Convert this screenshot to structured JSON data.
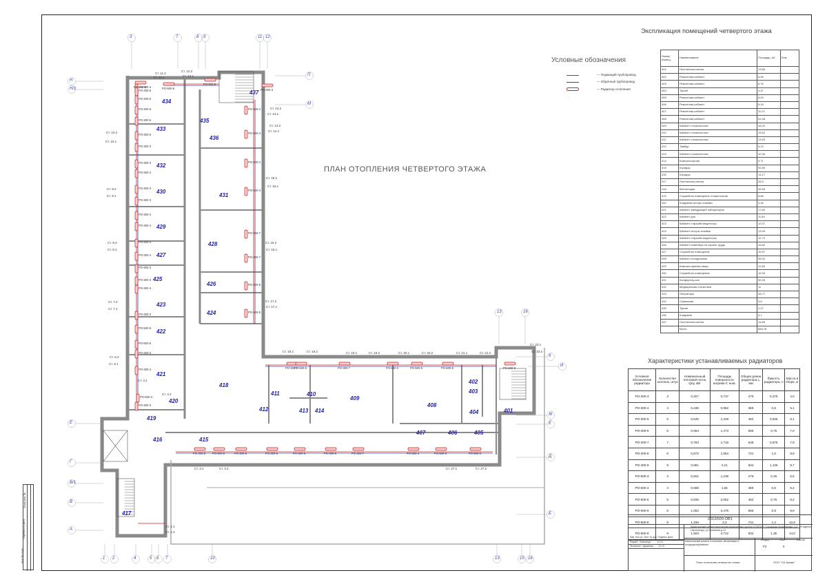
{
  "colors": {
    "supply": "#d02020",
    "return": "#2a3fcc",
    "wall": "#888888",
    "line": "#333333",
    "roomnum": "#2222aa"
  },
  "title_expl": "Экспликация помещений четвертого этажа",
  "title_legend": "Условные обозначения",
  "legend": [
    {
      "icon": "supply-pipe",
      "label": "— Подающий трубопровод"
    },
    {
      "icon": "return-pipe",
      "label": "— Обратный трубопровод"
    },
    {
      "icon": "radiator",
      "label": "— Радиатор отопления"
    }
  ],
  "plan_title": "ПЛАН ОТОПЛЕНИЯ ЧЕТВЕРТОГО ЭТАЖА",
  "expl_headers": [
    "Номер помещ.",
    "Наименование",
    "Площадь, м2",
    "Пом."
  ],
  "expl_rows": [
    [
      "401",
      "Лестничная клетка",
      "13,86"
    ],
    [
      "402",
      "Ремонтная кабинет",
      "6,05"
    ],
    [
      "403",
      "Ремонтная кабинет",
      "6,76"
    ],
    [
      "404",
      "Туалет",
      "4,47"
    ],
    [
      "405",
      "Ремонтная кабинет",
      "8,43"
    ],
    [
      "406",
      "Ремонтная кабинет",
      "8,15"
    ],
    [
      "407",
      "Ремонтная кабинет",
      "11,07"
    ],
    [
      "408",
      "Ремонтная кабинет",
      "51,48"
    ],
    [
      "409",
      "Кабинет стоматологии",
      "34,02"
    ],
    [
      "410",
      "Кабинет стоматологии",
      "15,52"
    ],
    [
      "411",
      "Кабинет стоматологии",
      "13,59"
    ],
    [
      "412",
      "Тамбур",
      "5,12"
    ],
    [
      "413",
      "Кабинет стоматологии",
      "10,36"
    ],
    [
      "414",
      "Компрессорная",
      "5,71"
    ],
    [
      "415",
      "Коридор",
      "92,89"
    ],
    [
      "416",
      "Коридор",
      "14,17"
    ],
    [
      "417",
      "Лестничная клетка",
      "26,5"
    ],
    [
      "418",
      "Вентиляция",
      "49,59"
    ],
    [
      "419",
      "Служебное помещение стоматологии",
      "8,86"
    ],
    [
      "420",
      "Кладовая сестры хозяйки",
      "4,34"
    ],
    [
      "421",
      "Кабинет заведующей лаборатории",
      "17,82"
    ],
    [
      "422",
      "Кабинет для",
      "11,84"
    ],
    [
      "423",
      "Кабинет старшей медсестры",
      "12,07"
    ],
    [
      "424",
      "Кабинет сестры хозяйки",
      "13,49"
    ],
    [
      "425",
      "Кабинет старшей медсестры",
      "12,72"
    ],
    [
      "426",
      "Кабинет инженера по охране труда",
      "16,82"
    ],
    [
      "427",
      "Служебное помещение",
      "15,97"
    ],
    [
      "428",
      "Кабинет холодильник",
      "35,04"
    ],
    [
      "429",
      "Комната приема пищи",
      "12,83"
    ],
    [
      "430",
      "Служебное помещение",
      "12,09"
    ],
    [
      "431",
      "Конференц-зал",
      "59,28"
    ],
    [
      "432",
      "Медицинская статистика",
      "11"
    ],
    [
      "433",
      "Операторы",
      "28,77"
    ],
    [
      "434",
      "Серверная",
      "3,8"
    ],
    [
      "435",
      "Туалет",
      "2,27"
    ],
    [
      "436",
      "Кладовая",
      "3,1"
    ],
    [
      "437",
      "Лестничная клетка",
      "14,85"
    ],
    [
      "",
      "Всего",
      "856,78"
    ]
  ],
  "rad_title": "Характеристики устанавливаемых радиаторов",
  "rad_headers": [
    "Условное обозначение радиатора",
    "Количество колонок, штук",
    "Номинальный тепловой поток, Qну, кВт",
    "Площадь поверхности нагрева F, м.кв.",
    "Общая длина радиатора L, мм",
    "Ёмкость радиатора, л",
    "Масса в сборе, кг"
  ],
  "rad_rows": [
    [
      "РО-300-3",
      "3",
      "0,327",
      "0,737",
      "276",
      "0,375",
      "4,0"
    ],
    [
      "РО-300-4",
      "4",
      "0,436",
      "0,982",
      "369",
      "0,5",
      "5,1"
    ],
    [
      "РО-300-5",
      "5",
      "0,545",
      "1,228",
      "462",
      "0,625",
      "6,1"
    ],
    [
      "РО-300-6",
      "6",
      "0,654",
      "1,473",
      "555",
      "0,75",
      "7,0"
    ],
    [
      "РО-300-7",
      "7",
      "0,763",
      "1,718",
      "648",
      "0,875",
      "7,9"
    ],
    [
      "РО-300-8",
      "8",
      "0,872",
      "1,964",
      "741",
      "1,0",
      "8,8"
    ],
    [
      "РО-300-9",
      "9",
      "0,981",
      "2,21",
      "834",
      "1,125",
      "9,7"
    ],
    [
      "РО-500-3",
      "3",
      "0,501",
      "1,238",
      "276",
      "0,45",
      "5,5"
    ],
    [
      "РО-500-4",
      "4",
      "0,668",
      "1,65",
      "369",
      "0,6",
      "6,4"
    ],
    [
      "РО-500-5",
      "5",
      "0,835",
      "2,062",
      "462",
      "0,75",
      "8,2"
    ],
    [
      "РО-500-6",
      "6",
      "1,002",
      "2,475",
      "555",
      "0,9",
      "9,8"
    ],
    [
      "РО-500-8",
      "8",
      "1,336",
      "3,3",
      "741",
      "1,2",
      "12,6"
    ],
    [
      "РО-500-9",
      "9",
      "1,503",
      "3,712",
      "834",
      "1,35",
      "14,0"
    ]
  ],
  "stamp": {
    "code": "2013/020-ОВ1",
    "project": "Капитальный ремонт внутренних инженерных систем СПбГБУЗ \"Городская поликлиника 114\", по адресу г.Кронштадт, ул.Зосимова д.13",
    "sheet_name": "Капитальный ремонт отопления, вентиляции и кондиционирования",
    "drawing": "План отопления четвертого этажа",
    "stage_label": "Стадия",
    "sheet_label": "Лист",
    "sheets_label": "Листов",
    "stage": "Р2",
    "sheet": "6",
    "company": "ООО \"СК Армия\"",
    "row_headers": [
      "Изм.",
      "Кол.уч.",
      "Лист",
      "№ док.",
      "Подпись",
      "Дата"
    ],
    "developed": "Разраб.",
    "developer": "Ковальчук",
    "checked": "Проверил",
    "checker": "Чудовская",
    "date": "11.13"
  },
  "side_stamp": [
    "Инв.№ подл.",
    "Подпись и дата",
    "Взам.инв.№"
  ],
  "rooms": [
    "401",
    "402",
    "403",
    "404",
    "405",
    "406",
    "407",
    "408",
    "409",
    "410",
    "411",
    "412",
    "413",
    "414",
    "415",
    "416",
    "417",
    "418",
    "419",
    "420",
    "421",
    "422",
    "423",
    "424",
    "425",
    "426",
    "427",
    "428",
    "429",
    "430",
    "431",
    "432",
    "433",
    "434",
    "435",
    "436",
    "437"
  ],
  "axes_top": [
    "3",
    "7",
    "8",
    "9",
    "11",
    "12"
  ],
  "axes_bottom": [
    "1",
    "2",
    "4",
    "5",
    "6",
    "7",
    "10",
    "13",
    "15",
    "16"
  ],
  "axes_left": [
    "Н",
    "Н/1",
    "Е",
    "Г",
    "В/1",
    "В",
    "А"
  ],
  "axes_right": [
    "П",
    "М",
    "К",
    "И",
    "Ж",
    "Е",
    "Д",
    "Б"
  ],
  "axes_misc": [
    "13",
    "16"
  ],
  "risers": [
    "Ст. 11.1",
    "Ст. 11.2",
    "Ст. 12.1",
    "Ст. 12.2",
    "Ст. 13.1",
    "Ст. 13.2",
    "Ст. 14.1",
    "Ст. 14.2",
    "Ст. 15.1",
    "Ст. 15.2",
    "Ст. 16.1",
    "Ст. 16.2",
    "Ст. 17.1",
    "Ст. 17.2",
    "Ст. 18.1",
    "Ст. 18.2",
    "Ст. 19.1",
    "Ст. 19.2",
    "Ст. 20.1",
    "Ст. 20.2",
    "Ст. 21.1",
    "Ст. 21.2",
    "Ст. 23.1",
    "Ст. 23.2",
    "Ст. 10.1",
    "Ст. 10.2",
    "Ст. 9.1",
    "Ст. 9.2",
    "Ст. 8.1",
    "Ст. 8.2",
    "Ст. 7.1",
    "Ст. 7.2",
    "Ст. 6.1",
    "Ст. 6.2",
    "Ст. 4.1",
    "Ст. 4.2",
    "Ст. 3.1",
    "Ст. 3.2",
    "Ст. 27.1",
    "Ст. 27.2",
    "Ст. 1.1",
    "Ст. 1.2"
  ],
  "radiators": [
    "РО-300-4",
    "РО-300-6",
    "РО-300-6",
    "РО-300-6",
    "РО-300-6",
    "РО-300-3",
    "РО-300-3",
    "РО-300-3",
    "РО-300-3",
    "РО-300-3",
    "РО-300-4",
    "РО-300-4",
    "РО-300-4",
    "РО-300-4",
    "РО-300-3",
    "РО-300-3",
    "РО-500-3",
    "РО-500-6",
    "РО-500-8",
    "РО-500-4",
    "РО-500-4",
    "РО-500-4",
    "РО-500-4",
    "РО-300-7",
    "РО-300-7",
    "РО-500-5",
    "РО-500-5",
    "РО-300-7",
    "РО-500-5",
    "РО-300-7",
    "РО-500-3",
    "РО-500-5",
    "РО-500-5",
    "РО-500-9",
    "РО-300-6",
    "РО-500-6",
    "РО-300-6",
    "РО-300-6",
    "РО-300-6",
    "РО-300-6",
    "РО-300-7",
    "РО-500-4",
    "РО-500-5",
    "РО-500-5",
    "РО-500-6",
    "РО-500-6",
    "РО-300-3",
    "РО-300-4",
    "РО-300-3",
    "РО-300-3",
    "РО-300-4",
    "РО-300-3",
    "РО-300-6",
    "РО-300-6"
  ]
}
